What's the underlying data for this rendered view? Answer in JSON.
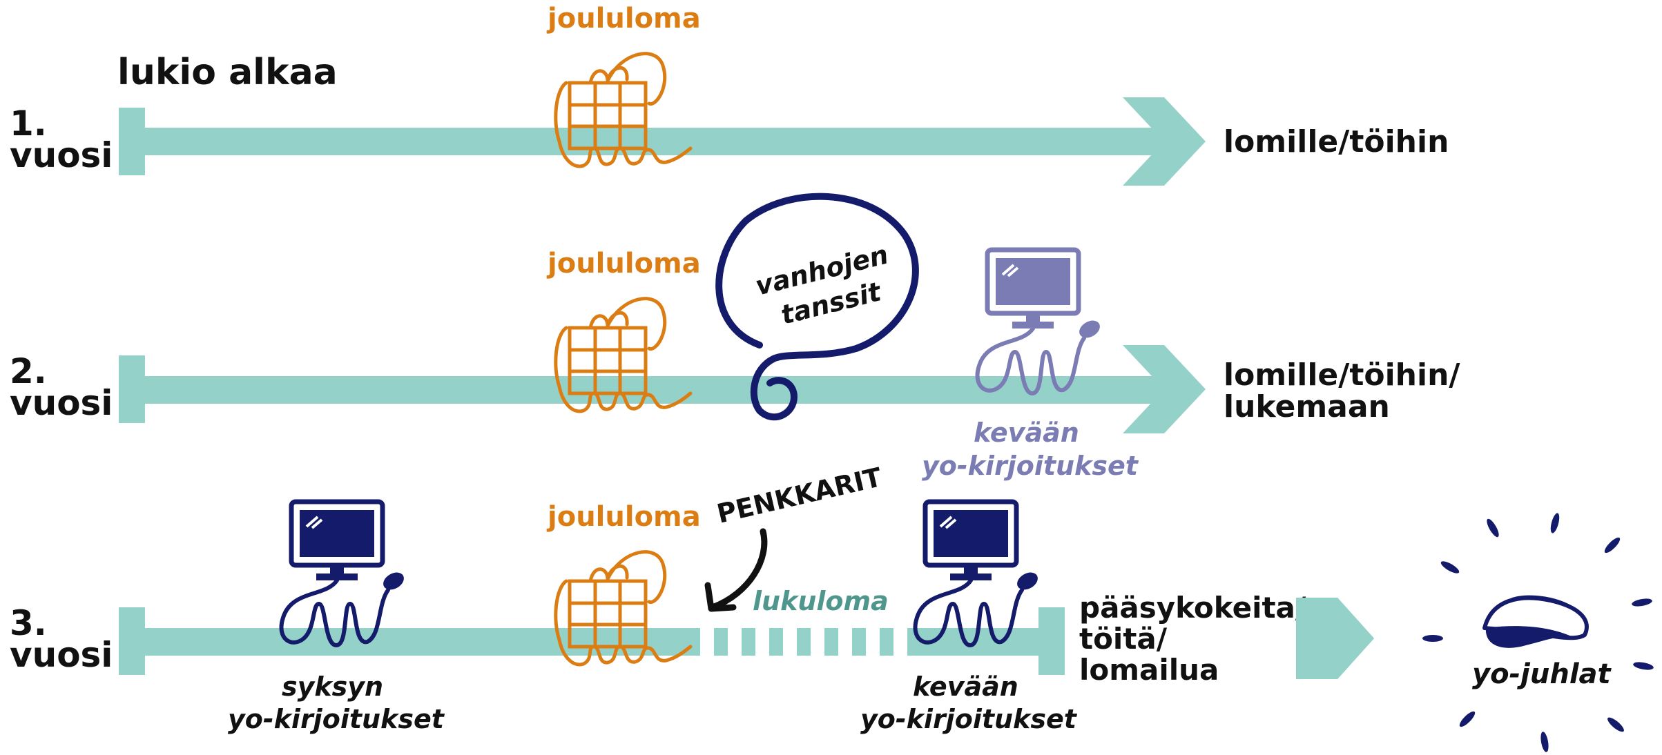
{
  "colors": {
    "teal": "#94d1c9",
    "orange": "#db7d12",
    "navy": "#141b6b",
    "lavender": "#7a7cb3",
    "lukuloma_text": "#4f968d",
    "black": "#111111"
  },
  "icons": [
    "gift-icon",
    "computer-icon",
    "speech-bubble-icon",
    "student-cap-icon",
    "arrow-icon"
  ],
  "years": [
    {
      "number": "1.",
      "word": "vuosi",
      "end_lines": [
        "lomille/töihin"
      ]
    },
    {
      "number": "2.",
      "word": "vuosi",
      "end_lines": [
        "lomille/töihin/",
        "lukemaan"
      ]
    },
    {
      "number": "3.",
      "word": "vuosi",
      "end_lines": [
        "pääsykokeita/",
        "töitä/",
        "lomailua"
      ]
    }
  ],
  "start_label": "lukio alkaa",
  "christmas_label": "joululoma",
  "dance_lines": [
    "vanhojen",
    "tanssit"
  ],
  "spring_exams_y2_lines": [
    "kevään",
    "yo-kirjoitukset"
  ],
  "autumn_exams_lines": [
    "syksyn",
    "yo-kirjoitukset"
  ],
  "spring_exams_y3_lines": [
    "kevään",
    "yo-kirjoitukset"
  ],
  "penkkarit": "PENKKARIT",
  "study_leave": "lukuloma",
  "graduation": "yo-juhlat"
}
